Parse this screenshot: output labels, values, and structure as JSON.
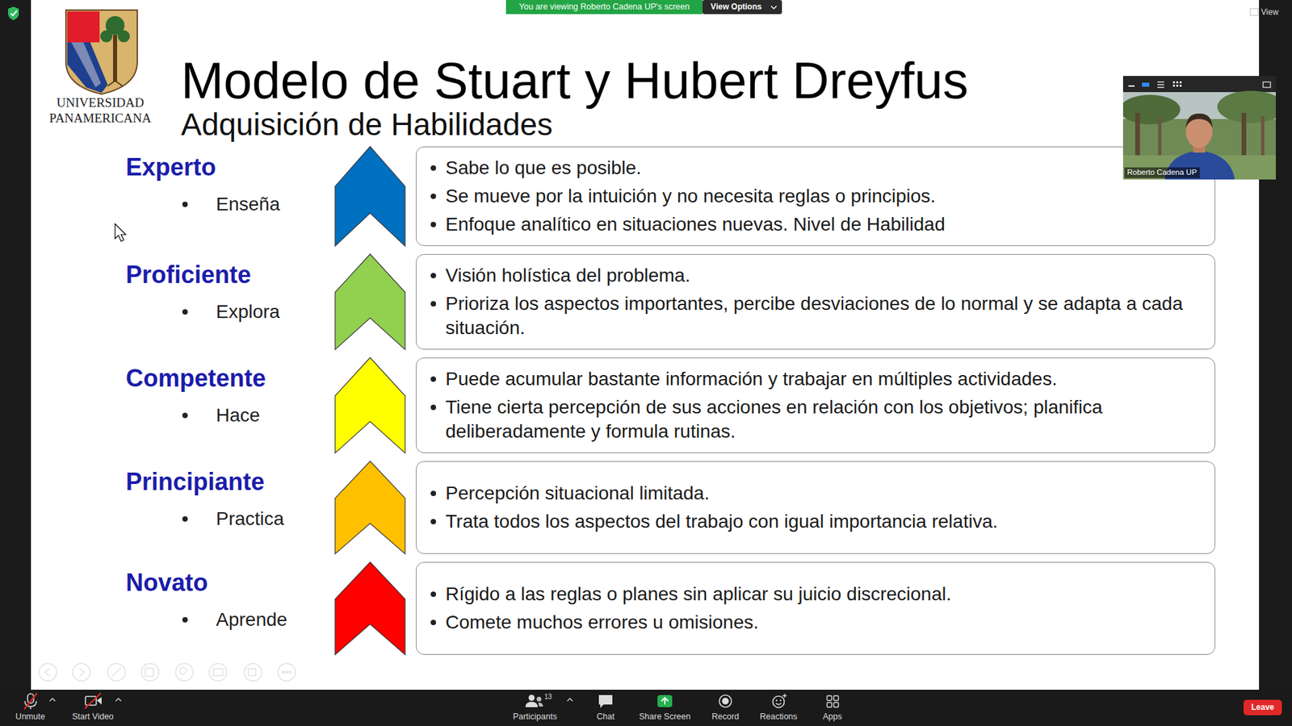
{
  "diagram": {
    "title": "Modelo de Stuart y Hubert Dreyfus",
    "nodes": [
      {
        "text": [
          "Experto",
          "Enseña",
          "Sabe lo que es posible.",
          "Se mueve por la intuición y no necesita reglas o principios.",
          "Enfoque analítico en situaciones nuevas. Nivel de Habilidad"
        ]
      },
      {
        "text": [
          "Proficiente",
          "Explora",
          "Visión holística del problema.",
          "Prioriza los aspectos importantes, percibe desviaciones de lo normal y se adapta a cada situación."
        ]
      },
      {
        "text": [
          "Competente",
          "Hace",
          "Puede acumular bastante información y trabajar en múltiples actividades.",
          "Tiene cierta percepción de sus acciones en relación con los objetivos; planifica deliberadamente y formula rutinas."
        ]
      },
      {
        "text": [
          "Principiante",
          "Practica",
          "Percepción situacional limitada.",
          "Trata todos los aspectos del trabajo con igual importancia relativa."
        ]
      },
      {
        "text": [
          "Novato",
          "Aprende",
          "Rígido a las reglas o planes sin aplicar su juicio discrecional.",
          "Comete muchos errores u omisiones."
        ]
      }
    ],
    "edges": [],
    "labels": [
      "You are viewing Roberto Cadena UP's screen",
      "View Options",
      "View",
      "UNIVERSIDAD",
      "PANAMERICANA",
      "Adquisición de Habilidades",
      "Roberto Cadena UP",
      "Unmute",
      "Start Video",
      "13",
      "Participants",
      "Chat",
      "Share Screen",
      "Record",
      "Reactions",
      "Apps",
      "Leave"
    ]
  }
}
